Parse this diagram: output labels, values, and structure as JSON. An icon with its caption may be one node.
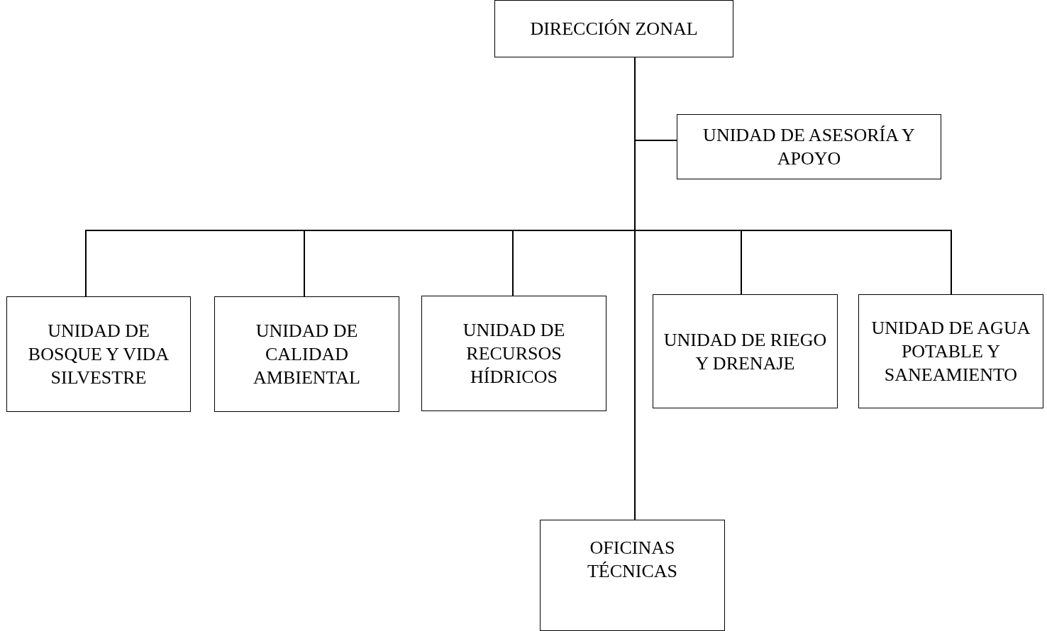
{
  "diagram": {
    "nodes": [
      {
        "text": [
          "DIRECCIÓN ZONAL"
        ]
      },
      {
        "text": [
          "UNIDAD DE ASESORÍA Y APOYO"
        ]
      },
      {
        "text": [
          "UNIDAD DE BOSQUE Y VIDA SILVESTRE"
        ]
      },
      {
        "text": [
          "UNIDAD DE CALIDAD AMBIENTAL"
        ]
      },
      {
        "text": [
          "UNIDAD DE RECURSOS HÍDRICOS"
        ]
      },
      {
        "text": [
          "UNIDAD DE RIEGO Y DRENAJE"
        ]
      },
      {
        "text": [
          "UNIDAD DE AGUA POTABLE Y SANEAMIENTO"
        ]
      },
      {
        "text": [
          "OFICINAS TÉCNICAS"
        ]
      }
    ],
    "edges": [
      {
        "from": 0,
        "to": 1,
        "arrow": "none"
      },
      {
        "from": 0,
        "to": 2,
        "arrow": "none"
      },
      {
        "from": 0,
        "to": 3,
        "arrow": "none"
      },
      {
        "from": 0,
        "to": 4,
        "arrow": "none"
      },
      {
        "from": 0,
        "to": 5,
        "arrow": "none"
      },
      {
        "from": 0,
        "to": 6,
        "arrow": "none"
      },
      {
        "from": 0,
        "to": 7,
        "arrow": "none"
      }
    ]
  }
}
